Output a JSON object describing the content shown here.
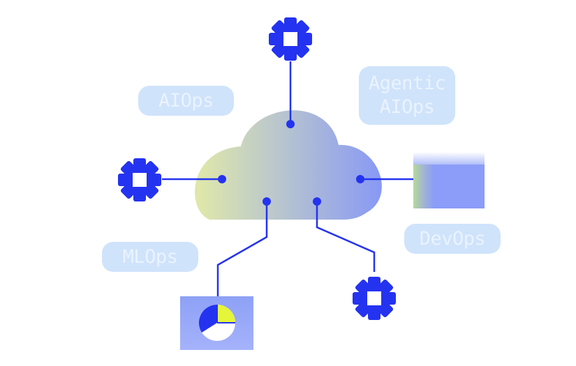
{
  "labels": {
    "aiops": "AIOps",
    "agentic_aiops": "Agentic\nAIOps",
    "devops": "DevOps",
    "mlops": "MLOps"
  },
  "colors": {
    "connector": "#2433f0",
    "gear": "#2433f0",
    "pill_bg": "#cfe3fb",
    "pill_text": "#eaf3fd",
    "cloud_left": "#dfe7aa",
    "cloud_mid": "#b4c4d6",
    "cloud_right": "#8aa0f5",
    "panel": "#8fa2f7",
    "pie_accent": "#e5f53a"
  },
  "icons": [
    "gear-icon",
    "gear-icon",
    "gear-icon",
    "pie-chart-icon",
    "panel-window-icon"
  ]
}
